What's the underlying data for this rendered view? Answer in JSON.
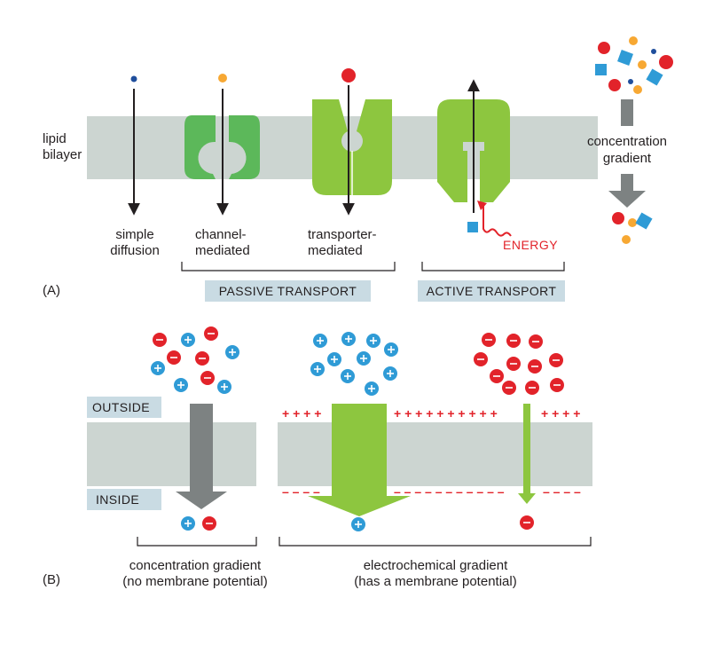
{
  "panel_a": {
    "panel_label": "(A)",
    "membrane_label": "lipid bilayer",
    "simple_diffusion": "simple diffusion",
    "channel_mediated": "channel- mediated",
    "transporter_mediated": "transporter- mediated",
    "energy_label": "ENERGY",
    "concentration_gradient": "concentration gradient",
    "passive_transport": "PASSIVE TRANSPORT",
    "active_transport": "ACTIVE TRANSPORT"
  },
  "panel_b": {
    "panel_label": "(B)",
    "outside_label": "OUTSIDE",
    "inside_label": "INSIDE",
    "concentration_caption_line1": "concentration gradient",
    "concentration_caption_line2": "(no membrane potential)",
    "electrochemical_caption_line1": "electrochemical gradient",
    "electrochemical_caption_line2": "(has a membrane potential)"
  },
  "colors": {
    "membrane": "#ccd5d1",
    "channel_green": "#5cb85a",
    "transporter_green": "#8dc63f",
    "cation_blue": "#2f9bd6",
    "anion_red": "#e2232a",
    "solute_orange": "#f7a833",
    "square_blue": "#2f9bd6",
    "gray_arrow": "#7d8282",
    "tag_fill": "#c9dbe3"
  },
  "icons": {
    "cation": "plus-ion-icon",
    "anion": "minus-ion-icon"
  }
}
